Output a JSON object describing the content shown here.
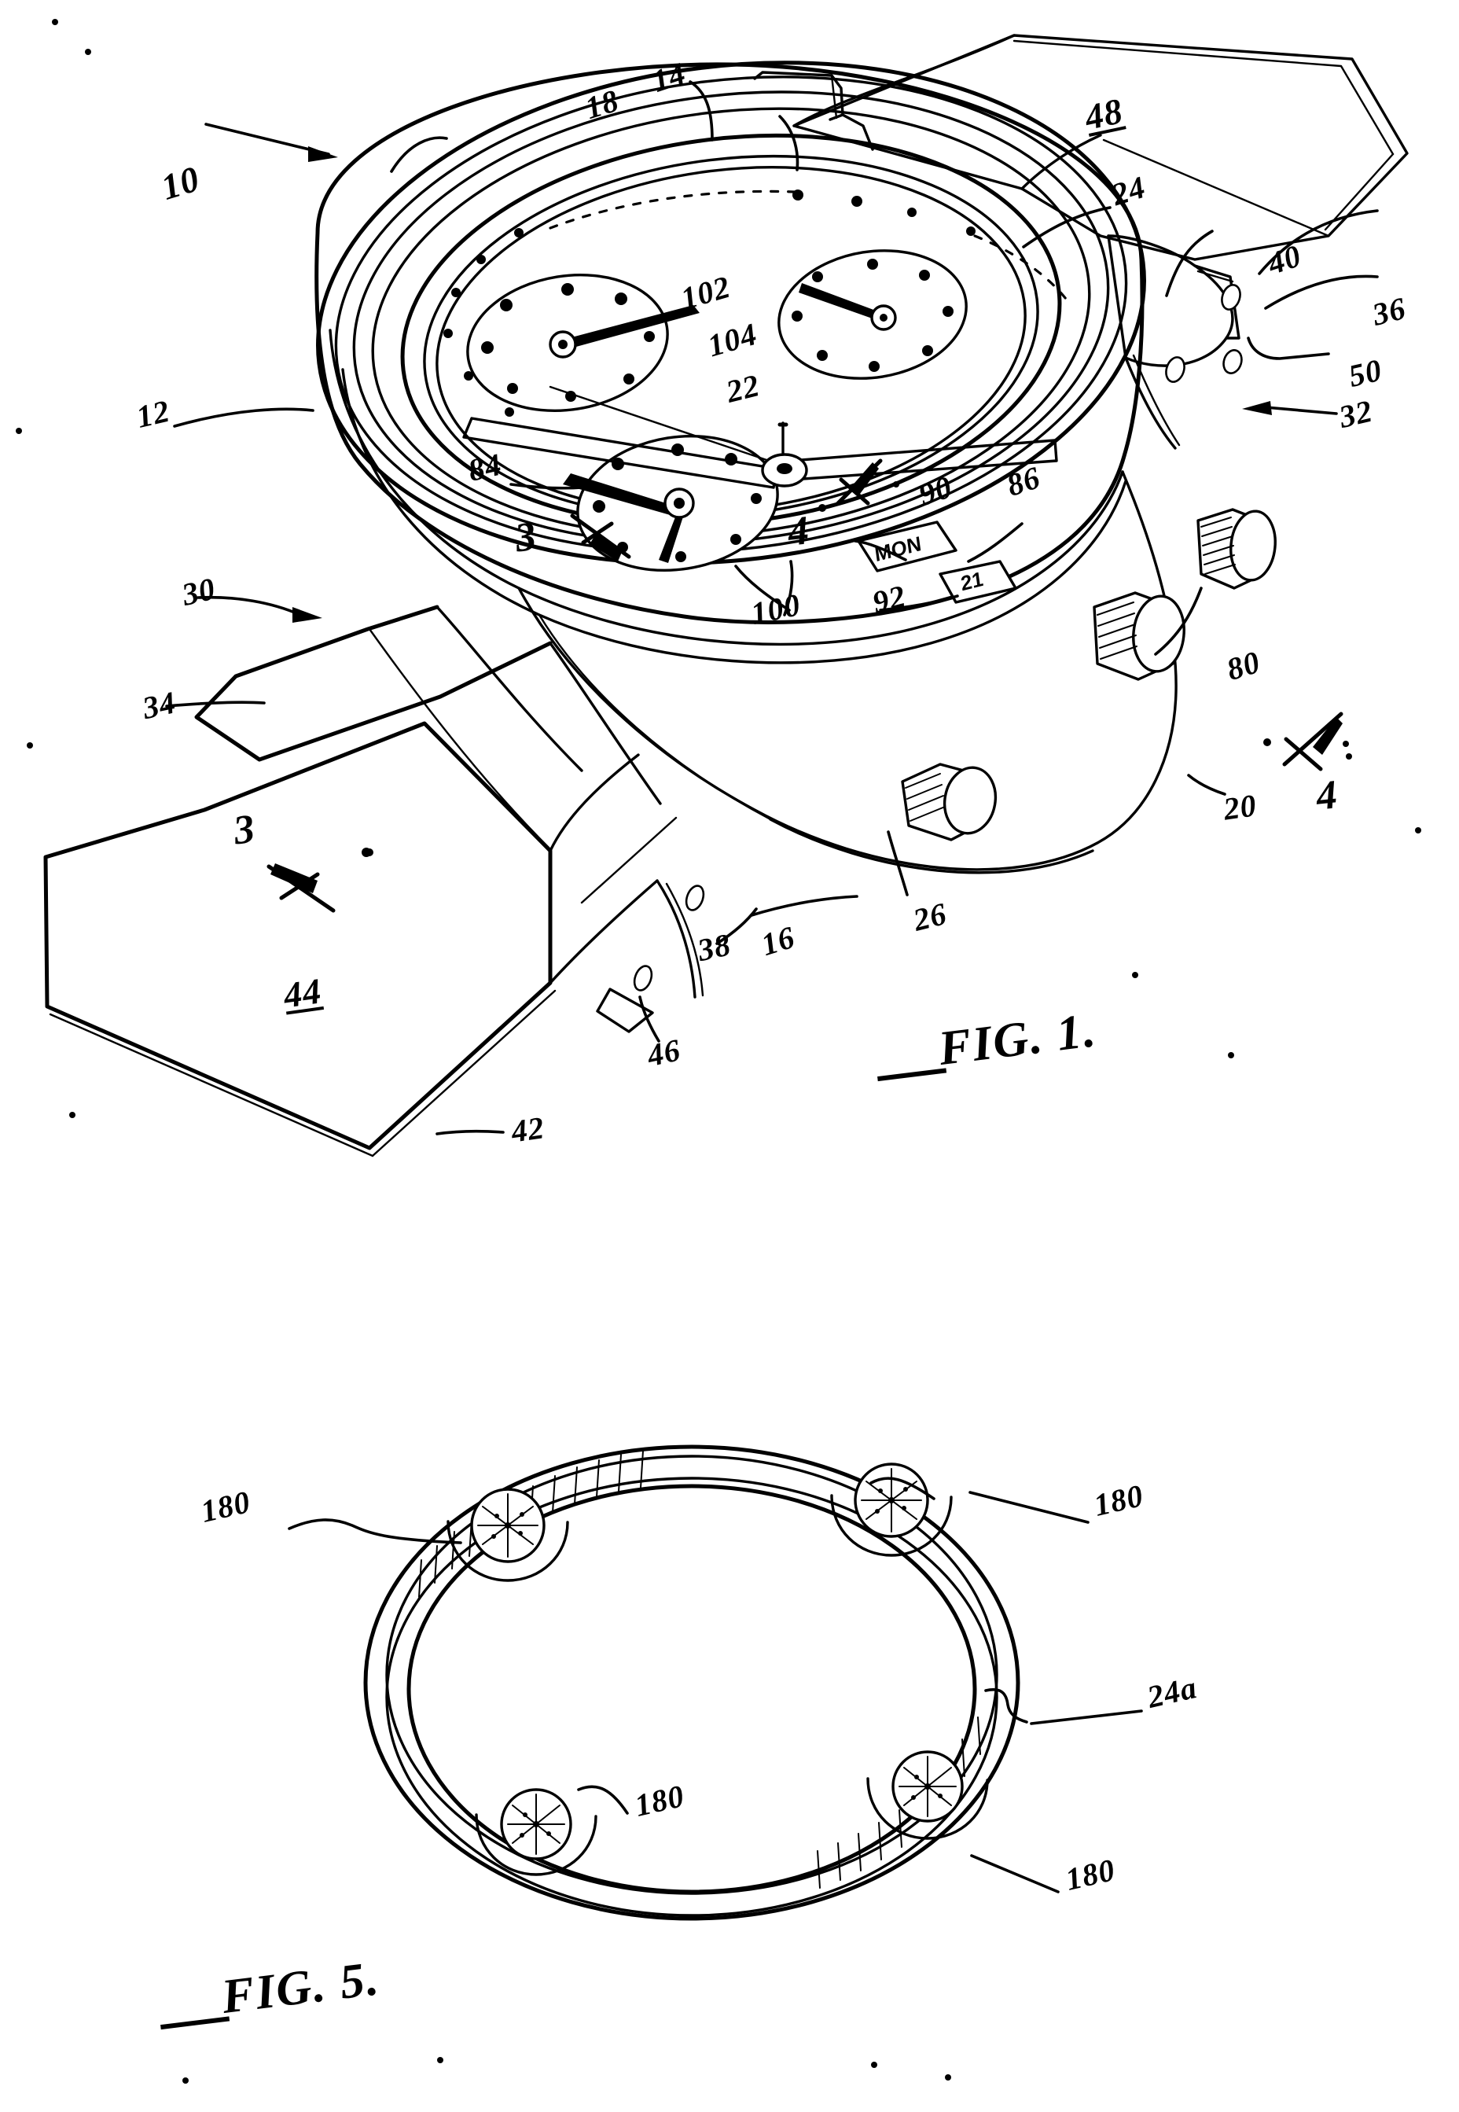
{
  "document": {
    "type": "patent-drawing-sheet",
    "background_color": "#ffffff",
    "ink_color": "#000000"
  },
  "figures": [
    {
      "id": "fig1",
      "caption": "FIG. 1.",
      "subject": "perspective view of a wristwatch with chronograph subdials, day and date windows, crown and pushers, and a strap with buckle",
      "reference_numerals": [
        {
          "label": "10",
          "role": "watch-assembly"
        },
        {
          "label": "12",
          "role": "case-side"
        },
        {
          "label": "14",
          "role": "bezel"
        },
        {
          "label": "16",
          "role": "case-body"
        },
        {
          "label": "18",
          "role": "crystal"
        },
        {
          "label": "20",
          "role": "case-back-edge"
        },
        {
          "label": "22",
          "role": "hand-hub"
        },
        {
          "label": "24",
          "role": "bezel-ring"
        },
        {
          "label": "26",
          "role": "lower-pusher"
        },
        {
          "label": "30",
          "role": "strap-upper"
        },
        {
          "label": "32",
          "role": "lug"
        },
        {
          "label": "34",
          "role": "strap-edge"
        },
        {
          "label": "36",
          "role": "spring-bar"
        },
        {
          "label": "38",
          "role": "lug-hole"
        },
        {
          "label": "40",
          "role": "pin"
        },
        {
          "label": "42",
          "role": "strap-tail"
        },
        {
          "label": "44",
          "role": "buckle-flap"
        },
        {
          "label": "46",
          "role": "lower-lug"
        },
        {
          "label": "48",
          "role": "strap-band"
        },
        {
          "label": "50",
          "role": "pin-seat"
        },
        {
          "label": "80",
          "role": "crown"
        },
        {
          "label": "84",
          "role": "minute-hand"
        },
        {
          "label": "86",
          "role": "hour-hand"
        },
        {
          "label": "90",
          "role": "day-window"
        },
        {
          "label": "92",
          "role": "date-window"
        },
        {
          "label": "100",
          "role": "subdial-lower"
        },
        {
          "label": "102",
          "role": "subdial-left"
        },
        {
          "label": "104",
          "role": "subdial-right"
        }
      ],
      "section_markers": [
        {
          "label": "3",
          "role": "section-line-3-dial"
        },
        {
          "label": "3",
          "role": "section-line-3-strap"
        },
        {
          "label": "4",
          "role": "section-line-4-dial"
        },
        {
          "label": "4",
          "role": "section-line-4-case"
        }
      ],
      "dial_windows": [
        {
          "name": "day-window",
          "value": "MON"
        },
        {
          "name": "date-window",
          "value": "21"
        }
      ],
      "subdials": [
        {
          "name": "subdial-left",
          "label": "102"
        },
        {
          "name": "subdial-right",
          "label": "104"
        },
        {
          "name": "subdial-lower",
          "label": "100"
        }
      ]
    },
    {
      "id": "fig5",
      "caption": "FIG. 5.",
      "subject": "plan view of an annular bezel ring with four knurled bosses",
      "reference_numerals": [
        {
          "label": "180",
          "role": "boss-upper-left"
        },
        {
          "label": "180",
          "role": "boss-upper-right"
        },
        {
          "label": "180",
          "role": "boss-lower-left"
        },
        {
          "label": "180",
          "role": "boss-lower-right"
        },
        {
          "label": "24a",
          "role": "ring-body"
        }
      ]
    }
  ],
  "labels": {
    "n10": "10",
    "n12": "12",
    "n14": "14",
    "n16": "16",
    "n18": "18",
    "n20": "20",
    "n22": "22",
    "n24": "24",
    "n26": "26",
    "n30": "30",
    "n32": "32",
    "n34": "34",
    "n36": "36",
    "n38": "38",
    "n40": "40",
    "n42": "42",
    "n44": "44",
    "n46": "46",
    "n48": "48",
    "n50": "50",
    "n80": "80",
    "n84": "84",
    "n86": "86",
    "n90": "90",
    "n92": "92",
    "n100": "100",
    "n102": "102",
    "n104": "104",
    "n180_a": "180",
    "n180_b": "180",
    "n180_c": "180",
    "n180_d": "180",
    "n24a": "24a",
    "sec3_dial": "3",
    "sec3_strap": "3",
    "sec4_dial": "4",
    "sec4_case": "4",
    "day_value": "MON",
    "date_value": "21",
    "fig1_caption": "FIG. 1.",
    "fig5_caption": "FIG. 5."
  }
}
